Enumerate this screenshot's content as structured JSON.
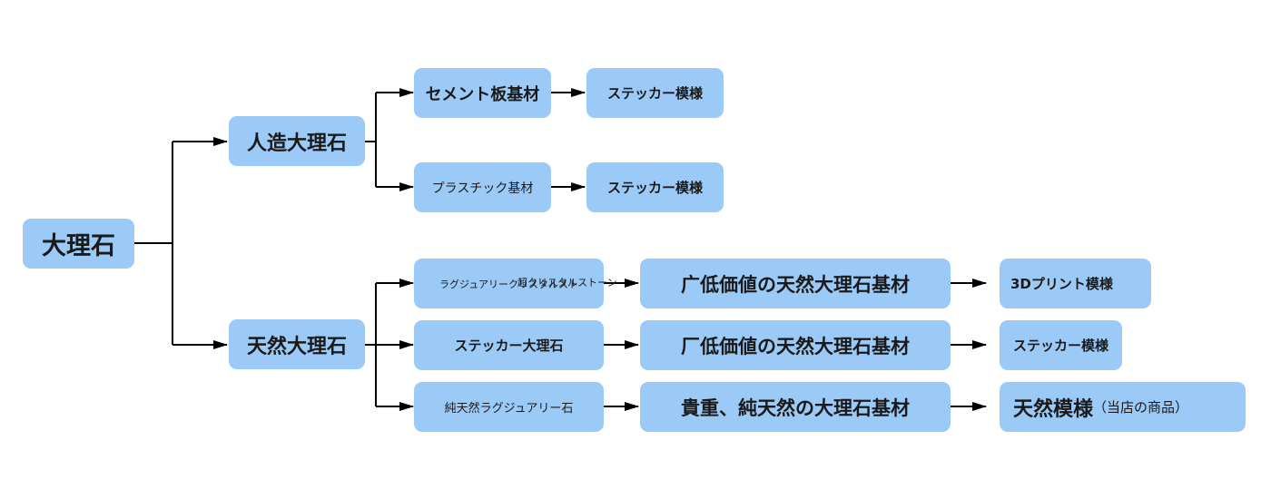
{
  "root": {
    "label": "大理石"
  },
  "branches": {
    "artificial": {
      "label": "人造大理石",
      "children": [
        {
          "label": "セメント板基材",
          "result": "ステッカー模様"
        },
        {
          "label": "プラスチック基材",
          "result": "ステッカー模様"
        }
      ]
    },
    "natural": {
      "label": "天然大理石",
      "children": [
        {
          "label": "ラグジュアリークリスタルスト",
          "overlay": "超クリスタルストーン",
          "material": "广低価値の天然大理石基材",
          "result": "3Dプリント模様"
        },
        {
          "label": "ステッカー大理石",
          "material": "厂低価値の天然大理石基材",
          "result": "ステッカー模様"
        },
        {
          "label": "純天然ラグジュアリー石",
          "material": "貴重、純天然の大理石基材",
          "result": "天然模様",
          "result_suffix": "（当店の商品）"
        }
      ]
    }
  },
  "colors": {
    "node_fill": "#9ccaf7",
    "line": "#000000",
    "text": "#1a1a1a"
  }
}
